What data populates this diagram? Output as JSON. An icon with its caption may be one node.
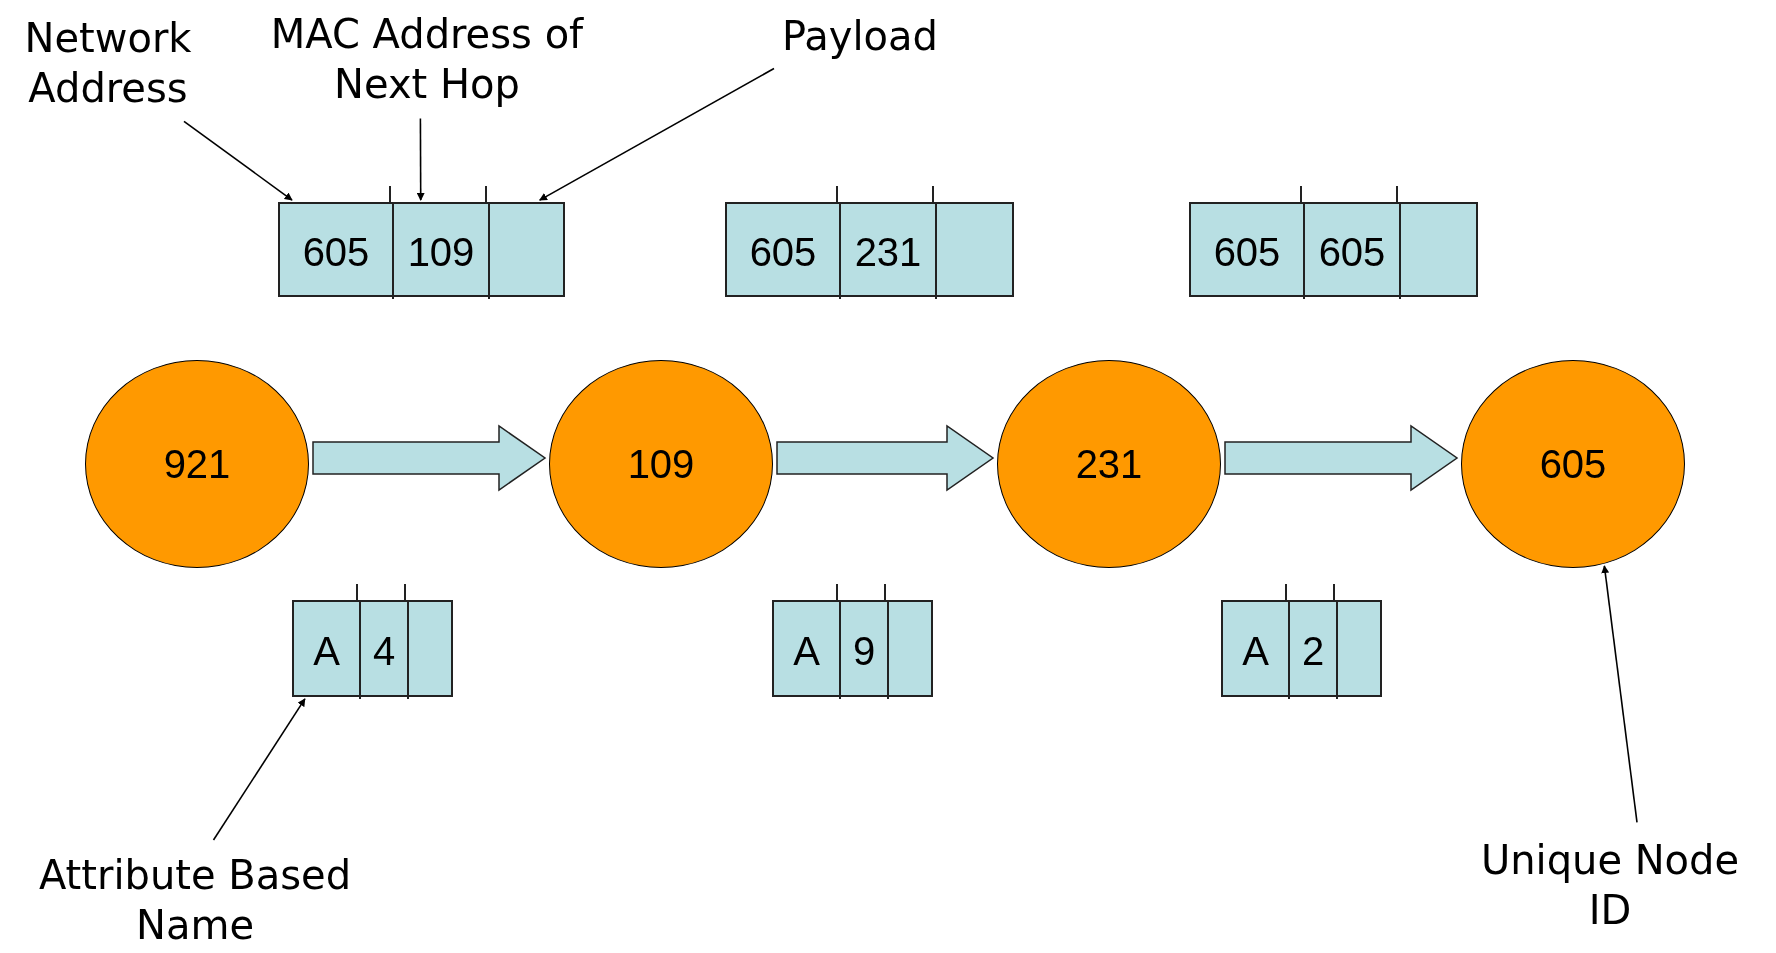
{
  "diagram": {
    "nodes": [
      {
        "text": [
          "Network Address"
        ]
      },
      {
        "text": [
          "MAC Address of Next Hop"
        ]
      },
      {
        "text": [
          "Payload"
        ]
      },
      {
        "text": [],
        "shape": "box"
      },
      {
        "text": [
          "605"
        ],
        "in": 3
      },
      {
        "text": [
          "109"
        ],
        "in": 3
      },
      {
        "text": [],
        "shape": "box",
        "in": 3
      },
      {
        "text": [],
        "shape": "box"
      },
      {
        "text": [
          "605"
        ],
        "in": 7
      },
      {
        "text": [
          "231"
        ],
        "in": 7
      },
      {
        "text": [],
        "shape": "box",
        "in": 7
      },
      {
        "text": [],
        "shape": "box"
      },
      {
        "text": [
          "605"
        ],
        "in": 11
      },
      {
        "text": [
          "605"
        ],
        "in": 11
      },
      {
        "text": [],
        "shape": "box",
        "in": 11
      },
      {
        "text": [
          "921"
        ]
      },
      {
        "text": [
          "109"
        ]
      },
      {
        "text": [
          "231"
        ]
      },
      {
        "text": [
          "605"
        ]
      },
      {
        "text": [],
        "shape": "box"
      },
      {
        "text": [
          "A"
        ],
        "in": 19
      },
      {
        "text": [
          "4"
        ],
        "in": 19
      },
      {
        "text": [],
        "shape": "box",
        "in": 19
      },
      {
        "text": [],
        "shape": "box"
      },
      {
        "text": [
          "A"
        ],
        "in": 23
      },
      {
        "text": [
          "9"
        ],
        "in": 23
      },
      {
        "text": [],
        "shape": "box",
        "in": 23
      },
      {
        "text": [],
        "shape": "box"
      },
      {
        "text": [
          "A"
        ],
        "in": 27
      },
      {
        "text": [
          "2"
        ],
        "in": 27
      },
      {
        "text": [],
        "shape": "box",
        "in": 27
      },
      {
        "text": [
          "Attribute Based Name"
        ]
      },
      {
        "text": [
          "Unique Node ID"
        ]
      }
    ],
    "edges": [
      {
        "from": 0,
        "to": 4,
        "arrow": "to"
      },
      {
        "from": 1,
        "to": 5,
        "arrow": "to"
      },
      {
        "from": 2,
        "to": 6,
        "arrow": "to"
      },
      {
        "from": 15,
        "to": 16,
        "arrow": "to",
        "style": "thick"
      },
      {
        "from": 16,
        "to": 17,
        "arrow": "to",
        "style": "thick"
      },
      {
        "from": 17,
        "to": 18,
        "arrow": "to",
        "style": "thick"
      },
      {
        "from": 31,
        "to": 19,
        "arrow": "to"
      },
      {
        "from": 32,
        "to": 18,
        "arrow": "to"
      }
    ]
  }
}
